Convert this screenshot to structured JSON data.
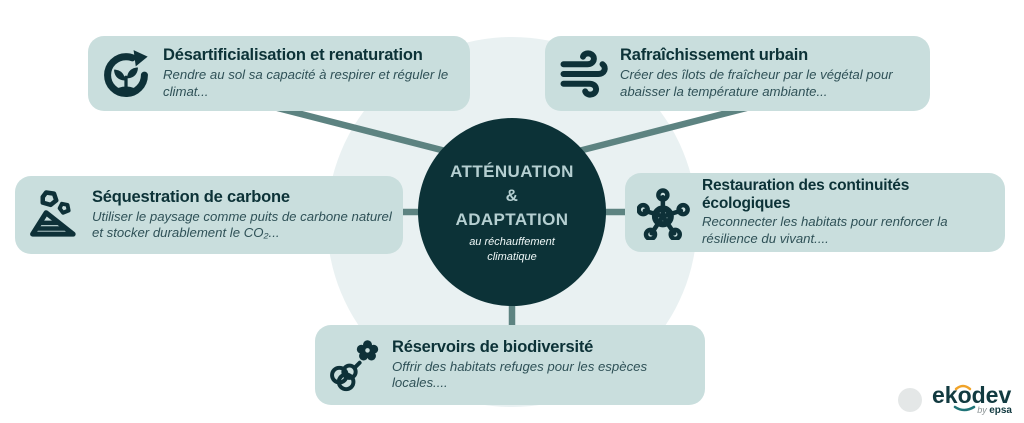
{
  "center": {
    "line1": "ATTÉNUATION",
    "amp": "&",
    "line2": "ADAPTATION",
    "sub1": "au réchauffement",
    "sub2": "climatique"
  },
  "cards": [
    {
      "icon": "renaturation-cycle-icon",
      "title": "Désartificialisation et renaturation",
      "description": "Rendre au sol sa capacité à respirer et réguler le climat..."
    },
    {
      "icon": "wind-icon",
      "title": "Rafraîchissement urbain",
      "description": "Créer des îlots de fraîcheur par le végétal pour abaisser la température ambiante..."
    },
    {
      "icon": "minerals-icon",
      "title": "Séquestration de carbone",
      "description": "Utiliser le paysage comme puits de carbone naturel et stocker durablement le CO₂..."
    },
    {
      "icon": "network-nodes-icon",
      "title": "Restauration des continuités écologiques",
      "description": "Reconnecter les habitats pour renforcer la résilience du vivant...."
    },
    {
      "icon": "bee-flower-icon",
      "title": "Réservoirs de biodiversité",
      "description": "Offrir des habitats refuges pour les espèces locales...."
    }
  ],
  "logo": {
    "brand": "ekodev",
    "byline_prefix": "by ",
    "byline_name": "epsa"
  },
  "colors": {
    "card_bg": "#c9dedd",
    "dark_teal": "#0c3237",
    "icon_teal": "#0e3138",
    "connector": "#5d8381",
    "halo": "#e9f1f2",
    "hub_title": "#b5cfd1",
    "logo_arc_orange": "#f0a32a",
    "logo_arc_teal": "#1f7377"
  }
}
